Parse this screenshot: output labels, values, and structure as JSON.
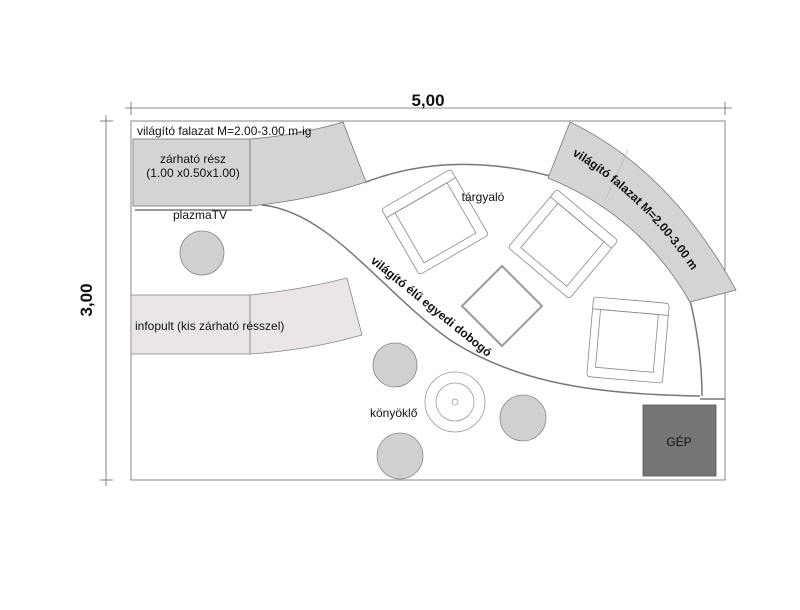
{
  "dimensions": {
    "width_label": "5,00",
    "height_label": "3,00"
  },
  "labels": {
    "wall_top_left": "világító falazat M=2.00-3.00 m-ig",
    "lockable_part": "zárható rész",
    "lockable_size": "(1.00 x0.50x1.00)",
    "plasma_tv": "plazmaTV",
    "infopult": "infopult (kis zárható résszel)",
    "meeting_area": "tárgyaló",
    "wall_right": "világító falazat M=2.00-3.00 m-ig",
    "platform": "világító élű egyedi dobogó",
    "leaning_tables": "könyöklő",
    "machine": "GÉP"
  },
  "colors": {
    "wall": "#d4d4d4",
    "infopult": "#e9e5e9",
    "machine": "#757575",
    "circle": "#d0d0d0"
  }
}
